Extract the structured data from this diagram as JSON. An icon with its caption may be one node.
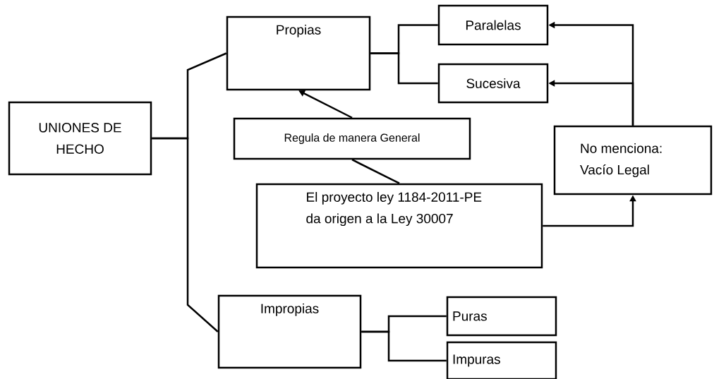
{
  "diagram": {
    "nodes": [
      {
        "text": [
          "UNIONES DE HECHO"
        ]
      },
      {
        "text": [
          "Propias"
        ]
      },
      {
        "text": [
          "Paralelas"
        ]
      },
      {
        "text": [
          "Sucesiva"
        ]
      },
      {
        "text": [
          "Regula de manera General"
        ]
      },
      {
        "text": [
          "El proyecto ley 1184-2011-PE da origen a la Ley 30007"
        ]
      },
      {
        "text": [
          "No menciona: Vacío Legal"
        ]
      },
      {
        "text": [
          "Impropias"
        ]
      },
      {
        "text": [
          "Puras"
        ]
      },
      {
        "text": [
          "Impuras"
        ]
      }
    ],
    "edges": [
      {
        "from": 0,
        "to": 1,
        "arrow": "none"
      },
      {
        "from": 0,
        "to": 7,
        "arrow": "none"
      },
      {
        "from": 1,
        "to": 2,
        "arrow": "none"
      },
      {
        "from": 1,
        "to": 3,
        "arrow": "none"
      },
      {
        "from": 4,
        "to": 1,
        "arrow": "to"
      },
      {
        "from": 5,
        "to": 4,
        "arrow": "none"
      },
      {
        "from": 5,
        "to": 6,
        "arrow": "to"
      },
      {
        "from": 6,
        "to": 2,
        "arrow": "to"
      },
      {
        "from": 6,
        "to": 3,
        "arrow": "to"
      },
      {
        "from": 7,
        "to": 8,
        "arrow": "none"
      },
      {
        "from": 7,
        "to": 9,
        "arrow": "none"
      }
    ]
  }
}
